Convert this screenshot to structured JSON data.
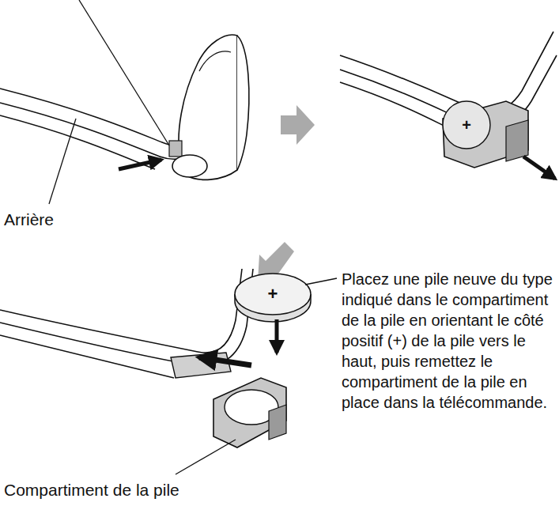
{
  "diagram": {
    "labels": [
      "+",
      "Arrière",
      "Placez une pile neuve du type indiqué dans le compartiment de la pile en orientant le côté positif (+) de la pile vers le haut, puis remettez le compartiment de la pile en place dans la télécommande.",
      "+",
      "Compartiment de la pile"
    ]
  }
}
